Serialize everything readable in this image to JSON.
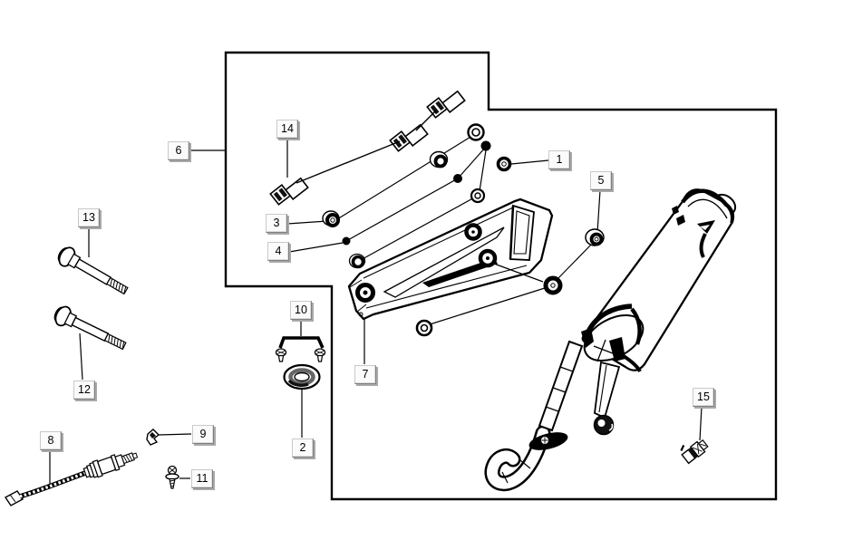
{
  "diagram": {
    "kind": "exploded-parts-diagram",
    "background_color": "#ffffff",
    "line_color": "#000000",
    "callout_style": {
      "face_color": "#fbfbfb",
      "bevel_light": "#c9c9c9",
      "bevel_dark": "#7f7f7f",
      "shadow_color": "#a9a9a9",
      "text_color": "#000000"
    },
    "callouts": [
      {
        "num": "1",
        "part": "flange-nut"
      },
      {
        "num": "2",
        "part": "exhaust-gasket-ring"
      },
      {
        "num": "3",
        "part": "nut"
      },
      {
        "num": "4",
        "part": "stud"
      },
      {
        "num": "5",
        "part": "nut"
      },
      {
        "num": "6",
        "part": "exhaust-assembly-group"
      },
      {
        "num": "7",
        "part": "heat-shield"
      },
      {
        "num": "8",
        "part": "oxygen-sensor-cable"
      },
      {
        "num": "9",
        "part": "clip"
      },
      {
        "num": "10",
        "part": "fixing-bracket"
      },
      {
        "num": "11",
        "part": "self-tapping-screw"
      },
      {
        "num": "12",
        "part": "hex-bolt-long"
      },
      {
        "num": "13",
        "part": "hex-bolt"
      },
      {
        "num": "14",
        "part": "spring-clamp"
      },
      {
        "num": "15",
        "part": "sensor-plug"
      }
    ]
  }
}
